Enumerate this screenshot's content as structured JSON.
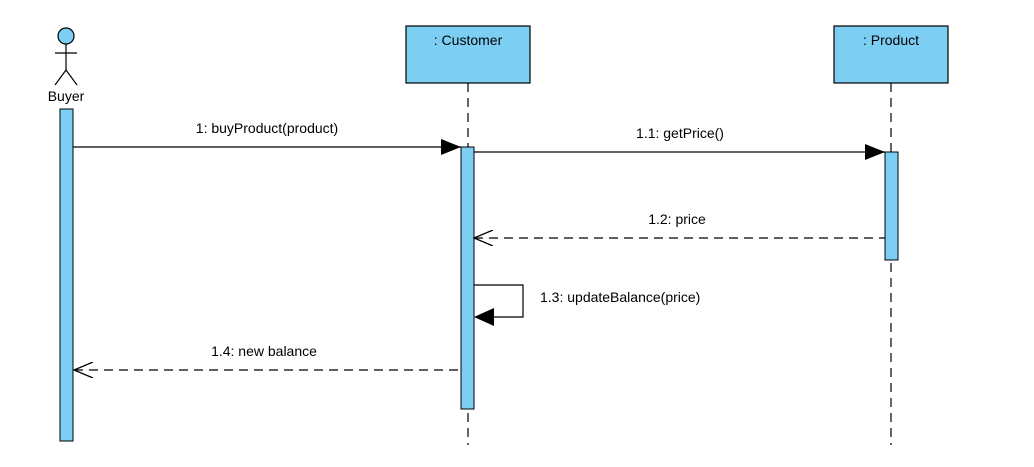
{
  "actor": {
    "name": "Buyer"
  },
  "lifelines": [
    {
      "name": ": Customer"
    },
    {
      "name": ": Product"
    }
  ],
  "messages": [
    {
      "label": "1: buyProduct(product)",
      "kind": "synchronous"
    },
    {
      "label": "1.1: getPrice()",
      "kind": "synchronous"
    },
    {
      "label": "1.2: price",
      "kind": "return"
    },
    {
      "label": "1.3: updateBalance(price)",
      "kind": "self-call"
    },
    {
      "label": "1.4: new balance",
      "kind": "return"
    }
  ],
  "colors": {
    "lifeline_fill": "#7ccff2",
    "activation_fill": "#7ccff2",
    "actor_head_fill": "#7ccff2",
    "stroke": "#000000"
  }
}
